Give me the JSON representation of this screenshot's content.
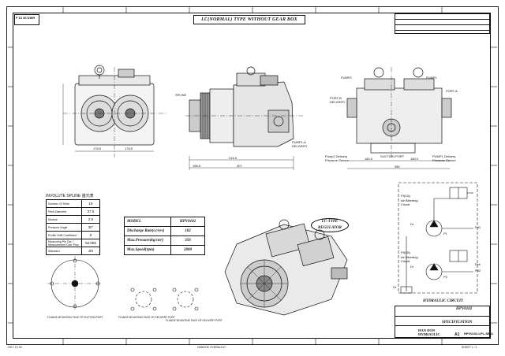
{
  "header": {
    "title": "LC(NORMAL) TYPE WITHOUT GEAR BOX",
    "subtitle": "",
    "corner": "F 10 30 DWH"
  },
  "views": {
    "spline_label": "SPLINE",
    "pump_delivery": "PUMP1-A DELIVERY",
    "port_b": "PORT-B DELIVERY",
    "port_a": "PORT-A",
    "pump2": "PUMP2",
    "pump1": "PUMP1",
    "suction_port": "SUCTION PORT",
    "pump2_sensor": "Pump2 Delivery Pressure Sensor",
    "pump1_sensor": "PUMP1 Delivery Pressure Sensor",
    "dims": [
      "178.5",
      "178.5",
      "216.5",
      "407",
      "158.5",
      "160.0",
      "160.0",
      "380"
    ]
  },
  "involute": {
    "title": "INVOLUTE SPLINE 諸元表",
    "rows": [
      {
        "k": "Number Of Teeth",
        "v": "15"
      },
      {
        "k": "Pitch Diameter",
        "v": "37.5"
      },
      {
        "k": "Module",
        "v": "2.5"
      },
      {
        "k": "Pressure Angle",
        "v": "30°"
      },
      {
        "k": "Profile Shift Coefficient",
        "v": "0"
      },
      {
        "k": "Measuring Pin Dia. / Measurement Over Pins",
        "v": "52.059"
      },
      {
        "k": "Standard",
        "v": "JIS"
      }
    ]
  },
  "model_table": {
    "rows": [
      {
        "a": "MODEL",
        "b": "HPV0102"
      },
      {
        "a": "Discharge Rate(cc/rev)",
        "b": "102"
      },
      {
        "a": "Max.Pressure(kg/cm²)",
        "b": "350"
      },
      {
        "a": "Max.Speed(rpm)",
        "b": "2000"
      }
    ]
  },
  "regulator": "LC-TYPE REGULATOR",
  "hydraulic": {
    "title": "HYDRAULIC CIRCUIT",
    "labels": [
      "PI(CA)",
      "Air Bleeding Circuit",
      "Pd1",
      "P1",
      "Dr",
      "PI(CB)",
      "Air Bleeding Circuit",
      "Pd2",
      "P2",
      "Dr",
      "Pps",
      "Dr"
    ]
  },
  "flange_views": [
    "FLANGE MOUNTING FACE OF SUCTION PORT",
    "FLANGE MOUNTING FACE OF DELIVERY PORT",
    "FLANGE MOUNTING FACE OF DELIVERY PORT"
  ],
  "title_block": {
    "model": "HPV0102",
    "spec": "SPECIFICATION",
    "company_1": "HAN DON",
    "company_2": "HYDRAULIC",
    "size": "A1",
    "dwg_no": "HPV0102-LPL-SE-A"
  },
  "footer": {
    "center": "HANDOK HYDRAULIC",
    "left": "2017 10 26",
    "right": "SHEET 1 / 1"
  }
}
